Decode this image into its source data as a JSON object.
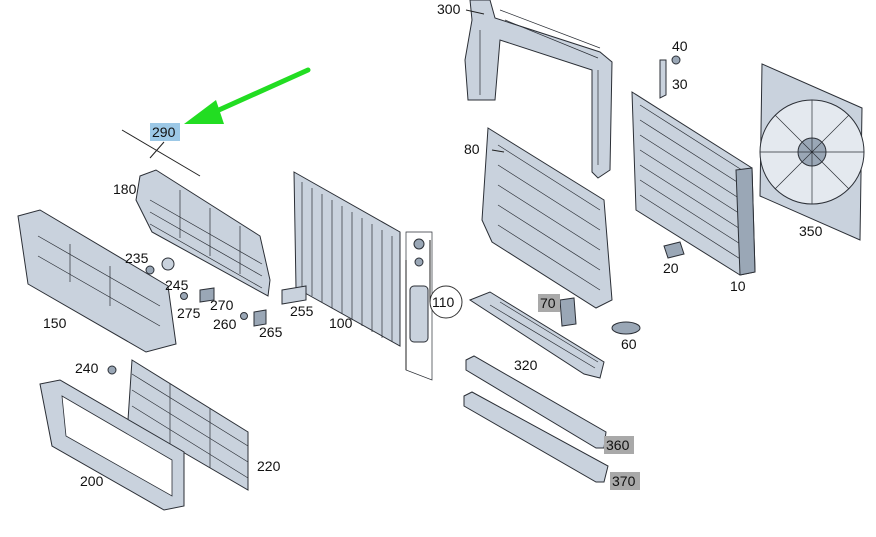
{
  "diagram": {
    "labels": {
      "l300": "300",
      "l40": "40",
      "l30": "30",
      "l290": "290",
      "l180": "180",
      "l80": "80",
      "l350": "350",
      "l235": "235",
      "l245": "245",
      "l270": "270",
      "l275": "275",
      "l260": "260",
      "l265": "265",
      "l255": "255",
      "l100": "100",
      "l150": "150",
      "l110": "110",
      "l70": "70",
      "l60": "60",
      "l20": "20",
      "l10": "10",
      "l320": "320",
      "l240": "240",
      "l220": "220",
      "l200": "200",
      "l360": "360",
      "l370": "370"
    },
    "colors": {
      "highlight": "#9cc8e6",
      "muted_label": "#a9a9a9",
      "arrow": "#22dd22",
      "part_fill": "#c9d2dd"
    }
  }
}
